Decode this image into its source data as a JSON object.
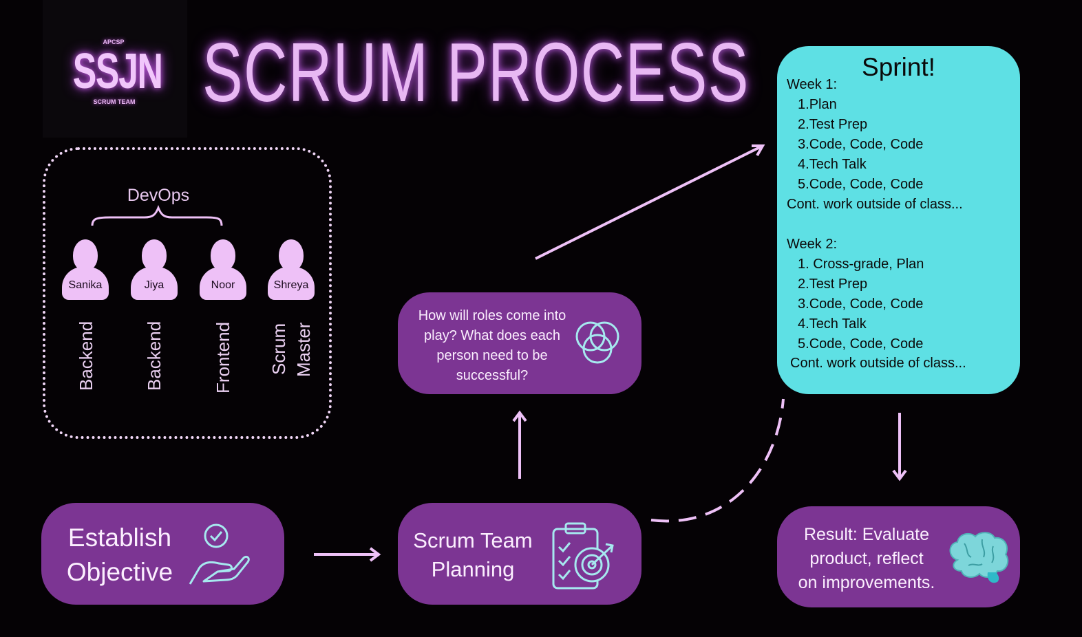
{
  "logo": {
    "top_text": "APCSP",
    "main_text": "SSJN",
    "bottom_text": "SCRUM TEAM"
  },
  "title": "SCRUM PROCESS",
  "team": {
    "group_label": "DevOps",
    "members": [
      {
        "name": "Sanika",
        "role": "Backend"
      },
      {
        "name": "Jiya",
        "role": "Backend"
      },
      {
        "name": "Noor",
        "role": "Frontend"
      },
      {
        "name": "Shreya",
        "role_line1": "Scrum",
        "role_line2": "Master"
      }
    ]
  },
  "roles_box": {
    "text": "How will roles come into play? What does each person need to be successful?",
    "icon": "venn-diagram-icon"
  },
  "objective": {
    "line1": "Establish",
    "line2": "Objective",
    "icon": "hand-check-icon"
  },
  "planning": {
    "line1": "Scrum Team",
    "line2": "Planning",
    "icon": "clipboard-target-icon"
  },
  "result": {
    "line1": "Result: Evaluate",
    "line2": "product, reflect",
    "line3": "on improvements.",
    "icon": "brain-icon"
  },
  "sprint": {
    "title": "Sprint!",
    "week1": {
      "label": "Week 1:",
      "items": [
        "Plan",
        "Test Prep",
        "Code, Code, Code",
        "Tech Talk",
        "Code, Code, Code"
      ],
      "note": "Cont. work outside of class..."
    },
    "week2": {
      "label": "Week 2:",
      "items": [
        "Cross-grade, Plan",
        "Test Prep",
        "Code, Code, Code",
        "Tech Talk",
        "Code, Code, Code"
      ],
      "note": "Cont. work outside of class..."
    }
  },
  "colors": {
    "background": "#050205",
    "pill": "#7c3593",
    "sprint": "#5ee0e4",
    "accent": "#eec1f7",
    "icon": "#a6e9ef"
  }
}
